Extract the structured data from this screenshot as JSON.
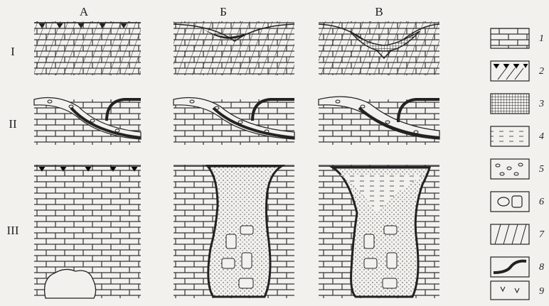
{
  "columns": [
    "А",
    "Б",
    "В"
  ],
  "rows": [
    "I",
    "II",
    "III"
  ],
  "legend": [
    {
      "num": "1",
      "symbol": "limestone-brick"
    },
    {
      "num": "2",
      "symbol": "weathering-crust-with-fissures"
    },
    {
      "num": "3",
      "symbol": "cross-hatched-infill"
    },
    {
      "num": "4",
      "symbol": "water-dashes"
    },
    {
      "num": "5",
      "symbol": "pebbles"
    },
    {
      "num": "6",
      "symbol": "boulders-fragments"
    },
    {
      "num": "7",
      "symbol": "diagonal-fissuring"
    },
    {
      "num": "8",
      "symbol": "thick-wavy-boundary"
    },
    {
      "num": "9",
      "symbol": "v-marks"
    }
  ],
  "colors": {
    "ink": "#222222",
    "paper": "#f2f1ee"
  }
}
